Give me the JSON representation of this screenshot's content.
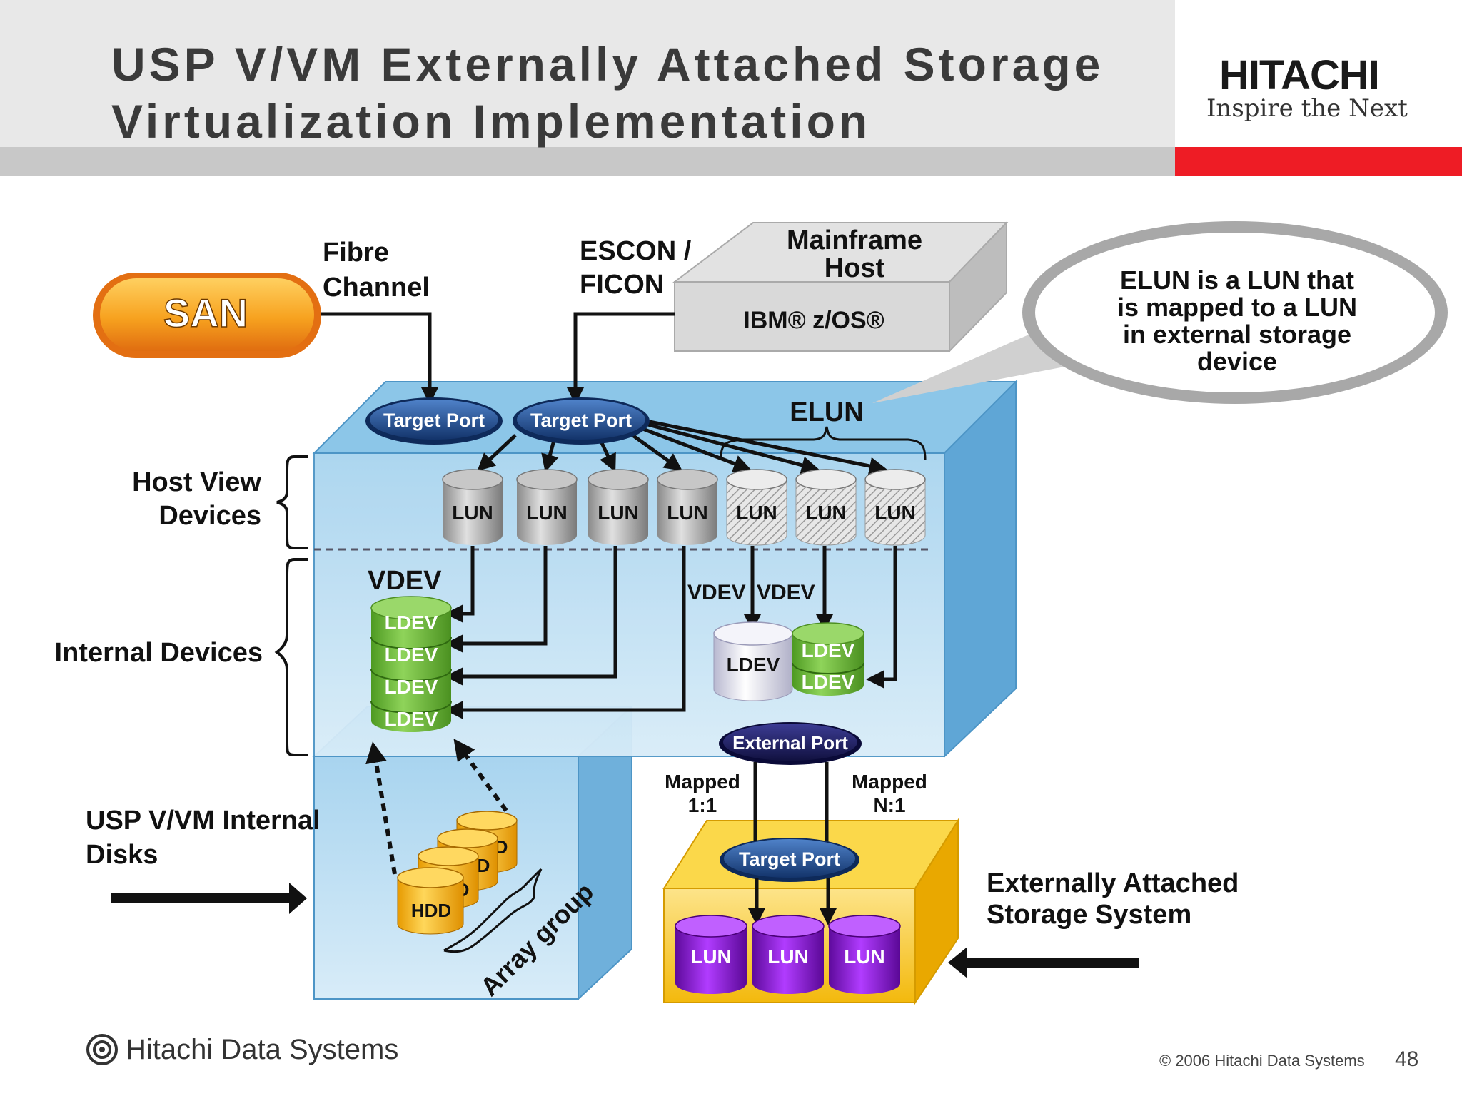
{
  "slide": {
    "title_line1": "USP V/VM Externally Attached  Storage",
    "title_line2": "Virtualization Implementation",
    "brand_name": "HITACHI",
    "brand_tagline": "Inspire the Next",
    "footer_company": "Hitachi Data Systems",
    "copyright": "© 2006 Hitachi Data Systems",
    "page_number": "48"
  },
  "diagram": {
    "san_label": "SAN",
    "fibre_channel_label": [
      "Fibre",
      "Channel"
    ],
    "escon_label": [
      "ESCON /",
      "FICON"
    ],
    "mainframe_label": [
      "Mainframe",
      "Host"
    ],
    "mainframe_os": "IBM® z/OS®",
    "callout_text": [
      "ELUN is a LUN that",
      "is mapped to a LUN",
      "in external storage",
      "device"
    ],
    "target_port_label": "Target Port",
    "elun_label": "ELUN",
    "host_view_label": [
      "Host View",
      "Devices"
    ],
    "internal_devices_label": "Internal Devices",
    "lun_label": "LUN",
    "vdev_label": "VDEV",
    "ldev_label": "LDEV",
    "external_port_label": "External Port",
    "mapped_1_1_label": [
      "Mapped",
      "1:1"
    ],
    "mapped_n_1_label": [
      "Mapped",
      "N:1"
    ],
    "internal_disks_label": [
      "USP V/VM Internal",
      "Disks"
    ],
    "hdd_label": "HDD",
    "hdd_partial_label": "D",
    "array_group_label": "Array group",
    "external_system_label": [
      "Externally Attached",
      "Storage System"
    ],
    "colors": {
      "san_orange": "#f39a1e",
      "port_navy": "#1f3f7a",
      "external_port_navy": "#1c1c5c",
      "ldev_green": "#6dbb3a",
      "hdd_yellow": "#f9bd1e",
      "lun_purple": "#8a14c8",
      "storage_yellow": "#f5c516",
      "usp_blue": "#b9ddf1"
    }
  }
}
